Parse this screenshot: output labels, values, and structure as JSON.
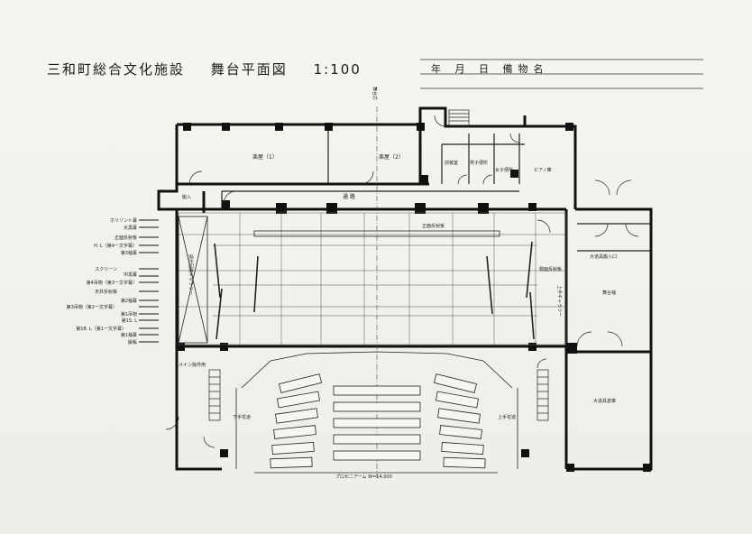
{
  "title": {
    "facility": "三和町総合文化施設",
    "drawing": "舞台平面図",
    "scale": "1:100"
  },
  "title_block": {
    "header": "年 月 日 備物名"
  },
  "rooms": {
    "dressing1": "楽屋（1）",
    "dressing2": "楽屋（2）",
    "makeup": "前装室",
    "mens_toilet": "男子便所",
    "womens_toilet": "女子便所",
    "piano_store": "ピアノ庫",
    "corridor": "通 路",
    "entrance": "搬入",
    "stage_door": "大道具搬入口",
    "stage_wing": "舞台袖",
    "prop_store": "大道具倉庫",
    "control_room": "メイン操作用",
    "left_flower": "下手花道",
    "right_flower": "上手花道",
    "reflector_back": "正面反射板",
    "reflector_side": "側面反射板",
    "gallery_left": "調光回路ギャラリー",
    "gallery_right": "上手ギャラリー"
  },
  "stage_center": "舞台芯",
  "proscenium": "プロセニアーム W=14,000",
  "rig_labels": [
    "ホリゾント幕",
    "大黒幕",
    "正面反射板",
    "H. L（第4一文字幕）",
    "第3袖幕",
    "スクリーン",
    "中黒幕",
    "第4吊物（第3一文字幕）",
    "天井反射板",
    "第2袖幕",
    "第3吊物（第2一文字幕）",
    "第1吊物",
    "第1S. L",
    "第1B. L（第1一文字幕）",
    "第1袖幕",
    "緞帳"
  ]
}
